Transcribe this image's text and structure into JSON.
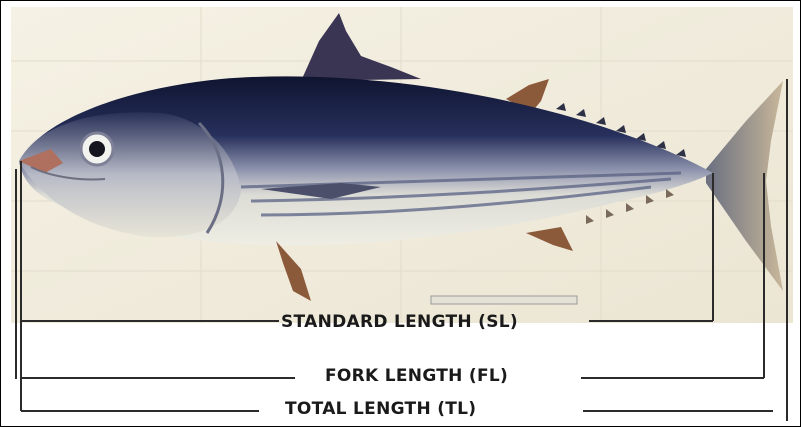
{
  "diagram": {
    "subject_icon": "fish-illustration",
    "colors": {
      "back": "#1e2447",
      "belly": "#e9e7d8",
      "fin": "#8b5a3a",
      "line": "#2b2b2b",
      "paper": "#efeadb"
    },
    "measurements": [
      {
        "id": "standard",
        "label": "STANDARD LENGTH (SL)"
      },
      {
        "id": "fork",
        "label": "FORK LENGTH (FL)"
      },
      {
        "id": "total",
        "label": "TOTAL LENGTH (TL)"
      }
    ]
  }
}
